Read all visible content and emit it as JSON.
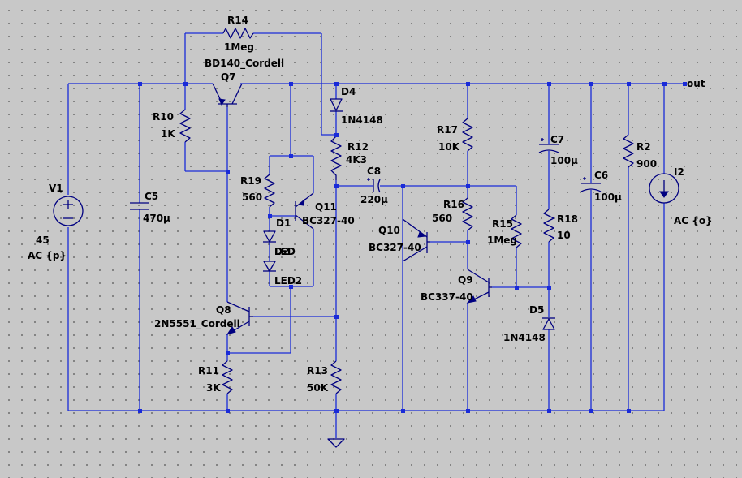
{
  "net_out": "out",
  "parts": {
    "R14": {
      "ref": "R14",
      "value": "1Meg"
    },
    "Q7": {
      "ref": "Q7",
      "model": "BD140_Cordell"
    },
    "R10": {
      "ref": "R10",
      "value": "1K"
    },
    "D4": {
      "ref": "D4",
      "model": "1N4148"
    },
    "R12": {
      "ref": "R12",
      "value": "4K3"
    },
    "V1": {
      "ref": "V1",
      "value": "45",
      "ac": "AC {p}"
    },
    "C5": {
      "ref": "C5",
      "value": "470µ"
    },
    "R19": {
      "ref": "R19",
      "value": "560"
    },
    "Q11": {
      "ref": "Q11",
      "model": "BC327-40"
    },
    "D1": {
      "ref": "D1"
    },
    "D2": {
      "ref": "D2",
      "overlap": "LED"
    },
    "LED": {
      "ref": "LED2"
    },
    "C8": {
      "ref": "C8",
      "value": "220µ"
    },
    "R17": {
      "ref": "R17",
      "value": "10K"
    },
    "C7": {
      "ref": "C7",
      "value": "100µ"
    },
    "C6": {
      "ref": "C6",
      "value": "100µ"
    },
    "R2": {
      "ref": "R2",
      "value": "900"
    },
    "I2": {
      "ref": "I2",
      "ac": "AC {o}"
    },
    "R16": {
      "ref": "R16",
      "value": "560"
    },
    "Q10": {
      "ref": "Q10",
      "model": "BC327-40"
    },
    "R15": {
      "ref": "R15",
      "value": "1Meg"
    },
    "R18": {
      "ref": "R18",
      "value": "10"
    },
    "Q9": {
      "ref": "Q9",
      "model": "BC337-40"
    },
    "Q8": {
      "ref": "Q8",
      "model": "2N5551_Cordell"
    },
    "D5": {
      "ref": "D5",
      "model": "1N4148"
    },
    "R11": {
      "ref": "R11",
      "value": "3K"
    },
    "R13": {
      "ref": "R13",
      "value": "50K"
    }
  }
}
